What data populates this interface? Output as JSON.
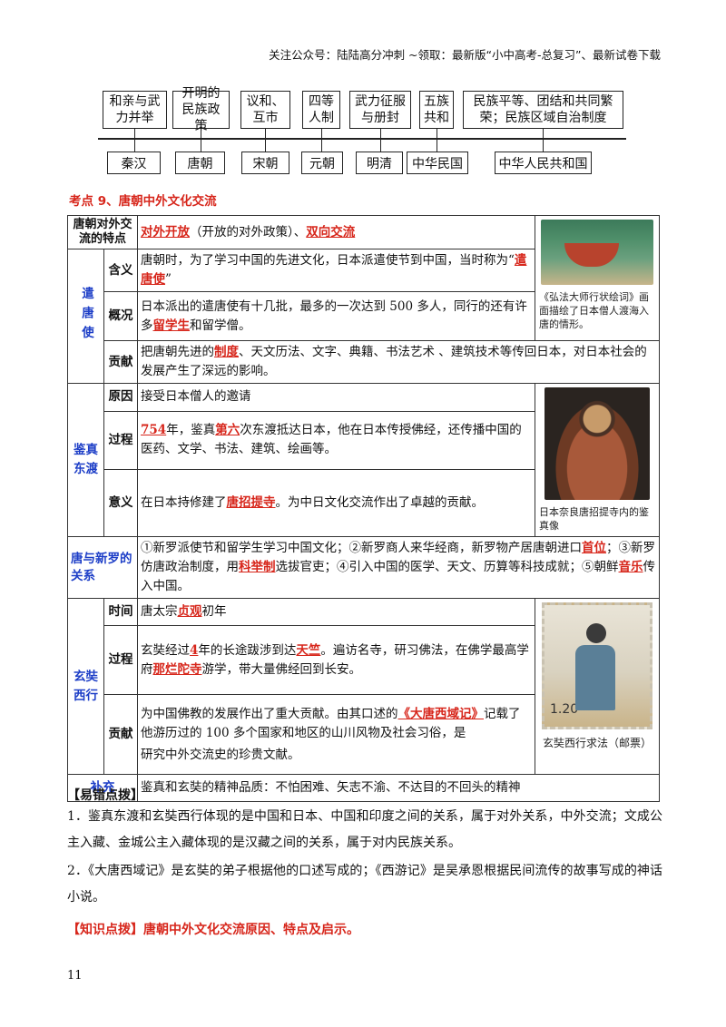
{
  "header": {
    "note": "关注公众号：陆陆高分冲刺 ~领取：最新版“小中高考-总复习”、最新试卷下载"
  },
  "timeline": {
    "policies": [
      "和亲与武力并举",
      "开明的民族政策",
      "议和、互市",
      "四等人制",
      "武力征服与册封",
      "五族共和",
      "民族平等、团结和共同繁荣；民族区域自治制度"
    ],
    "periods": [
      "秦汉",
      "唐朝",
      "宋朝",
      "元朝",
      "明清",
      "中华民国",
      "中华人民共和国"
    ]
  },
  "section_title": "考点 9、唐朝中外文化交流",
  "table": {
    "features_label": "唐朝对外交流的特点",
    "features": {
      "k1": "对外开放",
      "t1": "（开放的对外政策）、",
      "k2": "双向交流"
    },
    "envoys": {
      "topic": "遣唐使",
      "meaning_label": "含义",
      "meaning_text": "唐朝时，为了学习中国的先进文化，日本派遣使节到中国，当时称为“",
      "meaning_key": "遣唐使",
      "meaning_end": "”",
      "overview_label": "概况",
      "overview_text1": "日本派出的遣唐使有十几批，最多的一次达到 500 多人，同行的还有许多",
      "overview_key": "留学生",
      "overview_text2": "和留学僧。",
      "contribution_label": "贡献",
      "contribution_text1": "把唐朝先进的",
      "contribution_key": "制度",
      "contribution_text2": "、天文历法、文字、典籍、书法艺术 、建筑技术等传回日本，对日本社会的发展产生了深远的影响。",
      "image_caption": "《弘法大师行状绘词》画面描绘了日本僧人渡海入唐的情形。"
    },
    "jianzhen": {
      "topic": "鉴真东渡",
      "reason_label": "原因",
      "reason_text": "接受日本僧人的邀请",
      "process_label": "过程",
      "process_key1": "754",
      "process_text1": "年，鉴真",
      "process_key2": "第六",
      "process_text2": "次东渡抵达日本，他在日本传授佛经，还传播中国的医药、文学、书法、建筑、绘画等。",
      "significance_label": "意义",
      "significance_text1": "在日本持修建了",
      "significance_key": "唐招提寺",
      "significance_text2": "。为中日文化交流作出了卓越的贡献。",
      "image_caption": "日本奈良唐招提寺内的鉴真像"
    },
    "silla": {
      "topic": "唐与新罗的关系",
      "text1": "①新罗派使节和留学生学习中国文化；②新罗商人来华经商，新罗物产居唐朝进口",
      "key1": "首位",
      "text2": "；③新罗仿唐政治制度，用",
      "key2": "科举制",
      "text3": "选拔官吏；④引入中国的医学、天文、历算等科技成就；⑤朝鲜",
      "key3": "音乐",
      "text4": "传入中国。"
    },
    "xuanzang": {
      "topic": "玄奘西行",
      "time_label": "时间",
      "time_text1": "唐太宗",
      "time_key": "贞观",
      "time_text2": "初年",
      "process_label": "过程",
      "process_text1": "玄奘经过",
      "process_key1": "4",
      "process_text2": "年的长途跋涉到达",
      "process_key2": "天竺",
      "process_text3": "。遍访名寺，研习佛法，在佛学最高学府",
      "process_key3": "那烂陀寺",
      "process_text4": "游学，带大量佛经回到长安。",
      "contribution_label": "贡献",
      "contribution_text1": "为中国佛教的发展作出了重大贡献。由其口述的",
      "contribution_key": "《大唐西域记》",
      "contribution_text2": "记载了他游历过的 100 多个国家和地区的山川风物及社会习俗，是",
      "contribution_text3": "研究中外交流史的珍贵文献。",
      "stamp_price": "1.20",
      "image_caption": "玄奘西行求法（邮票）"
    },
    "supplement_label": "补充",
    "supplement_text": "鉴真和玄奘的精神品质：不怕困难、矢志不渝、不达目的不回头的精神"
  },
  "tips": {
    "title": "【易错点拨】",
    "p1": "1．鉴真东渡和玄奘西行体现的是中国和日本、中国和印度之间的关系，属于对外关系，中外交流；文成公主入藏、金城公主入藏体现的是汉藏之间的关系，属于对内民族关系。",
    "p2": "2．《大唐西域记》是玄奘的弟子根据他的口述写成的；《西游记》是吴承恩根据民间流传的故事写成的神话小说。"
  },
  "knowledge_title": "【知识点拨】唐朝中外文化交流原因、特点及启示。",
  "page_number": "11"
}
